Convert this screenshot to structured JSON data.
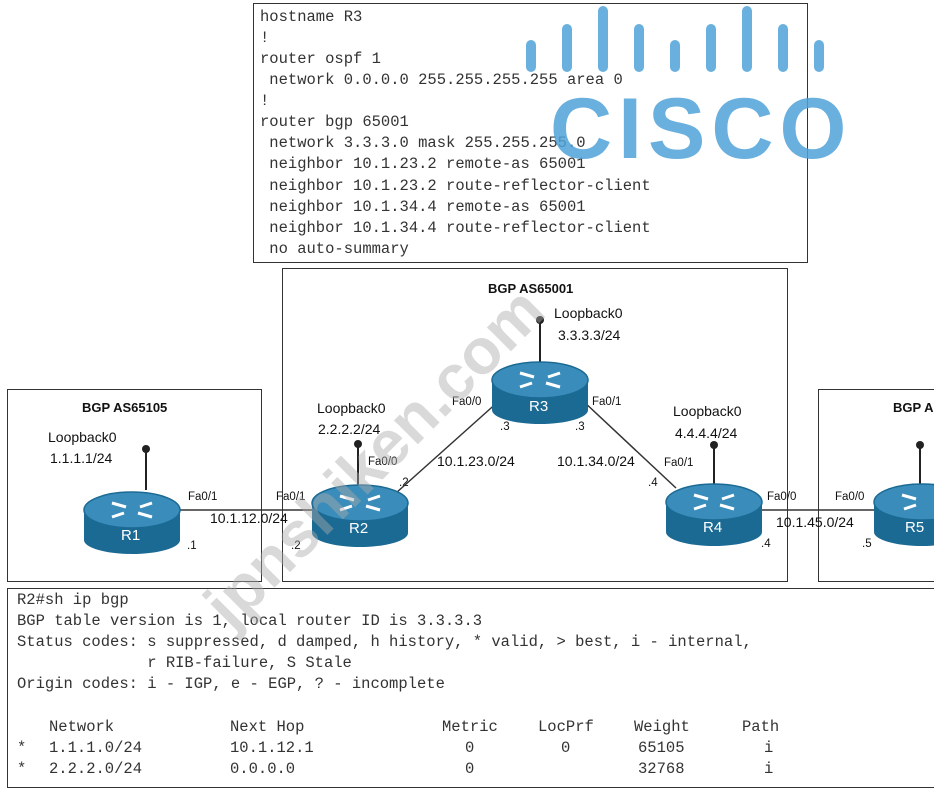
{
  "config": {
    "lines": [
      "hostname R3",
      "!",
      "router ospf 1",
      " network 0.0.0.0 255.255.255.255 area 0",
      "!",
      "router bgp 65001",
      " network 3.3.3.0 mask 255.255.255.0",
      " neighbor 10.1.23.2 remote-as 65001",
      " neighbor 10.1.23.2 route-reflector-client",
      " neighbor 10.1.34.4 remote-as 65001",
      " neighbor 10.1.34.4 route-reflector-client",
      " no auto-summary"
    ]
  },
  "logo": {
    "text": "CISCO",
    "color": "#4fa3d9"
  },
  "watermark": "jpnshiken.com",
  "diagram": {
    "as_center": "BGP AS65001",
    "as_left": "BGP AS65105",
    "as_right": "BGP A",
    "routers": {
      "r1": {
        "name": "R1",
        "loopback": "Loopback0",
        "loopback_ip": "1.1.1.1/24"
      },
      "r2": {
        "name": "R2",
        "loopback": "Loopback0",
        "loopback_ip": "2.2.2.2/24"
      },
      "r3": {
        "name": "R3",
        "loopback": "Loopback0",
        "loopback_ip": "3.3.3.3/24"
      },
      "r4": {
        "name": "R4",
        "loopback": "Loopback0",
        "loopback_ip": "4.4.4.4/24"
      },
      "r5": {
        "name": "R5"
      }
    },
    "interfaces": {
      "r1_fa01": "Fa0/1",
      "r2_fa01": "Fa0/1",
      "r2_fa00": "Fa0/0",
      "r3_fa00": "Fa0/0",
      "r3_fa01": "Fa0/1",
      "r4_fa01": "Fa0/1",
      "r4_fa00": "Fa0/0",
      "r5_fa00": "Fa0/0"
    },
    "subnets": {
      "r1_r2": "10.1.12.0/24",
      "r2_r3": "10.1.23.0/24",
      "r3_r4": "10.1.34.0/24",
      "r4_r5": "10.1.45.0/24"
    },
    "host_ids": {
      "r1": ".1",
      "r2_left": ".2",
      "r2_up": ".2",
      "r3_left": ".3",
      "r3_right": ".3",
      "r4_up": ".4",
      "r4_down": ".4",
      "r5": ".5"
    },
    "router_color": "#1b6a94"
  },
  "bgp_output": {
    "header_lines": [
      "R2#sh ip bgp",
      "BGP table version is 1, local router ID is 3.3.3.3",
      "Status codes: s suppressed, d damped, h history, * valid, > best, i - internal,",
      "              r RIB-failure, S Stale",
      "Origin codes: i - IGP, e - EGP, ? - incomplete"
    ],
    "columns": [
      "Network",
      "Next Hop",
      "Metric",
      "LocPrf",
      "Weight",
      "Path"
    ],
    "rows": [
      {
        "status": "*",
        "network": "1.1.1.0/24",
        "next_hop": "10.1.12.1",
        "metric": "0",
        "locprf": "0",
        "weight": "65105",
        "path": "i"
      },
      {
        "status": "*",
        "network": "2.2.2.0/24",
        "next_hop": "0.0.0.0",
        "metric": "0",
        "locprf": "",
        "weight": "32768",
        "path": "i"
      }
    ]
  }
}
